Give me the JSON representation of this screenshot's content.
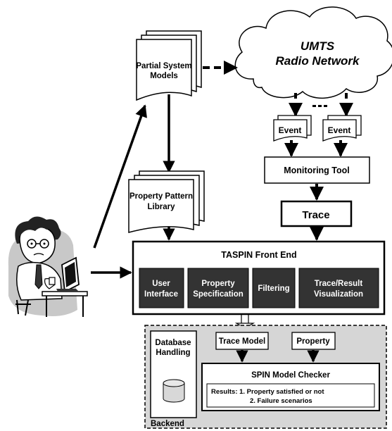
{
  "nodes": {
    "partial_models": [
      "Partial System",
      "Models"
    ],
    "umts": [
      "UMTS",
      "Radio Network"
    ],
    "event_left": "Event",
    "event_right": "Event",
    "monitoring_tool": "Monitoring Tool",
    "property_library": [
      "Property Pattern",
      "Library"
    ],
    "trace": "Trace",
    "front_end_title": "TASPIN Front End",
    "user_interface": [
      "User",
      "Interface"
    ],
    "property_spec": [
      "Property",
      "Specification"
    ],
    "filtering": "Filtering",
    "visualization": [
      "Trace/Result",
      "Visualization"
    ],
    "db_handling": [
      "Database",
      "Handling"
    ],
    "trace_model": "Trace Model",
    "property": "Property",
    "spin_title": "SPIN Model Checker",
    "results": [
      "Results: 1. Property satisfied or not",
      "2. Failure scenarios"
    ],
    "backend": "Backend"
  },
  "colors": {
    "dark_box": "#333333",
    "backend_fill": "#d6d6d6",
    "user_bg": "#c8c8c8"
  }
}
